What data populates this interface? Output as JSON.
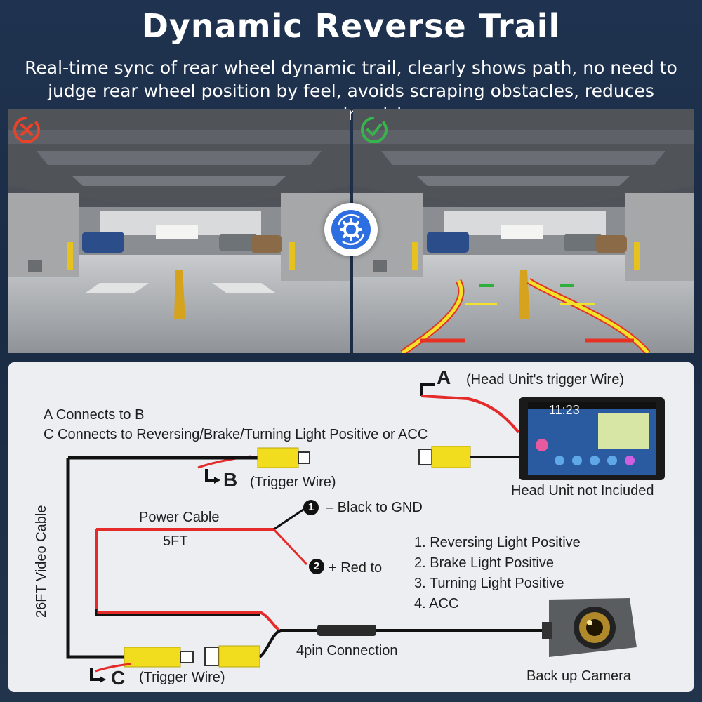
{
  "header": {
    "title": "Dynamic Reverse Trail",
    "subtitle": "Real-time sync of rear wheel dynamic trail, clearly shows path, no need to judge rear wheel position by feel, avoids scraping obstacles, reduces scraping risk"
  },
  "comparison": {
    "left_status_icon": "error-x-icon",
    "right_status_icon": "check-circle-icon",
    "center_icon": "sync-gear-icon",
    "colors": {
      "error": "#e8432a",
      "ok": "#38b54a",
      "accent": "#2d6fe0",
      "trail_yellow": "#f2e32a",
      "trail_red": "#e53225",
      "trail_green": "#2fae3c"
    }
  },
  "diagram": {
    "point_a": "A",
    "a_label": "(Head Unit's trigger Wire)",
    "connection_a": "A Connects to B",
    "connection_c": "C Connects to Reversing/Brake/Turning Light Positive or ACC",
    "point_b": "B",
    "b_label": "(Trigger Wire)",
    "point_c": "C",
    "c_label": "(Trigger Wire)",
    "head_unit_caption": "Head Unit not Inciuded",
    "head_unit_time": "11:23",
    "video_cable": "26FT Video Cable",
    "power_cable": "Power Cable",
    "power_length": "5FT",
    "black_wire": "– Black to GND",
    "red_wire": "+ Red to",
    "wire_num_1": "1",
    "wire_num_2": "2",
    "options": [
      "1. Reversing Light Positive",
      "2. Brake Light Positive",
      "3. Turning Light Positive",
      "4. ACC"
    ],
    "four_pin": "4pin Connection",
    "camera_caption": "Back up Camera"
  }
}
